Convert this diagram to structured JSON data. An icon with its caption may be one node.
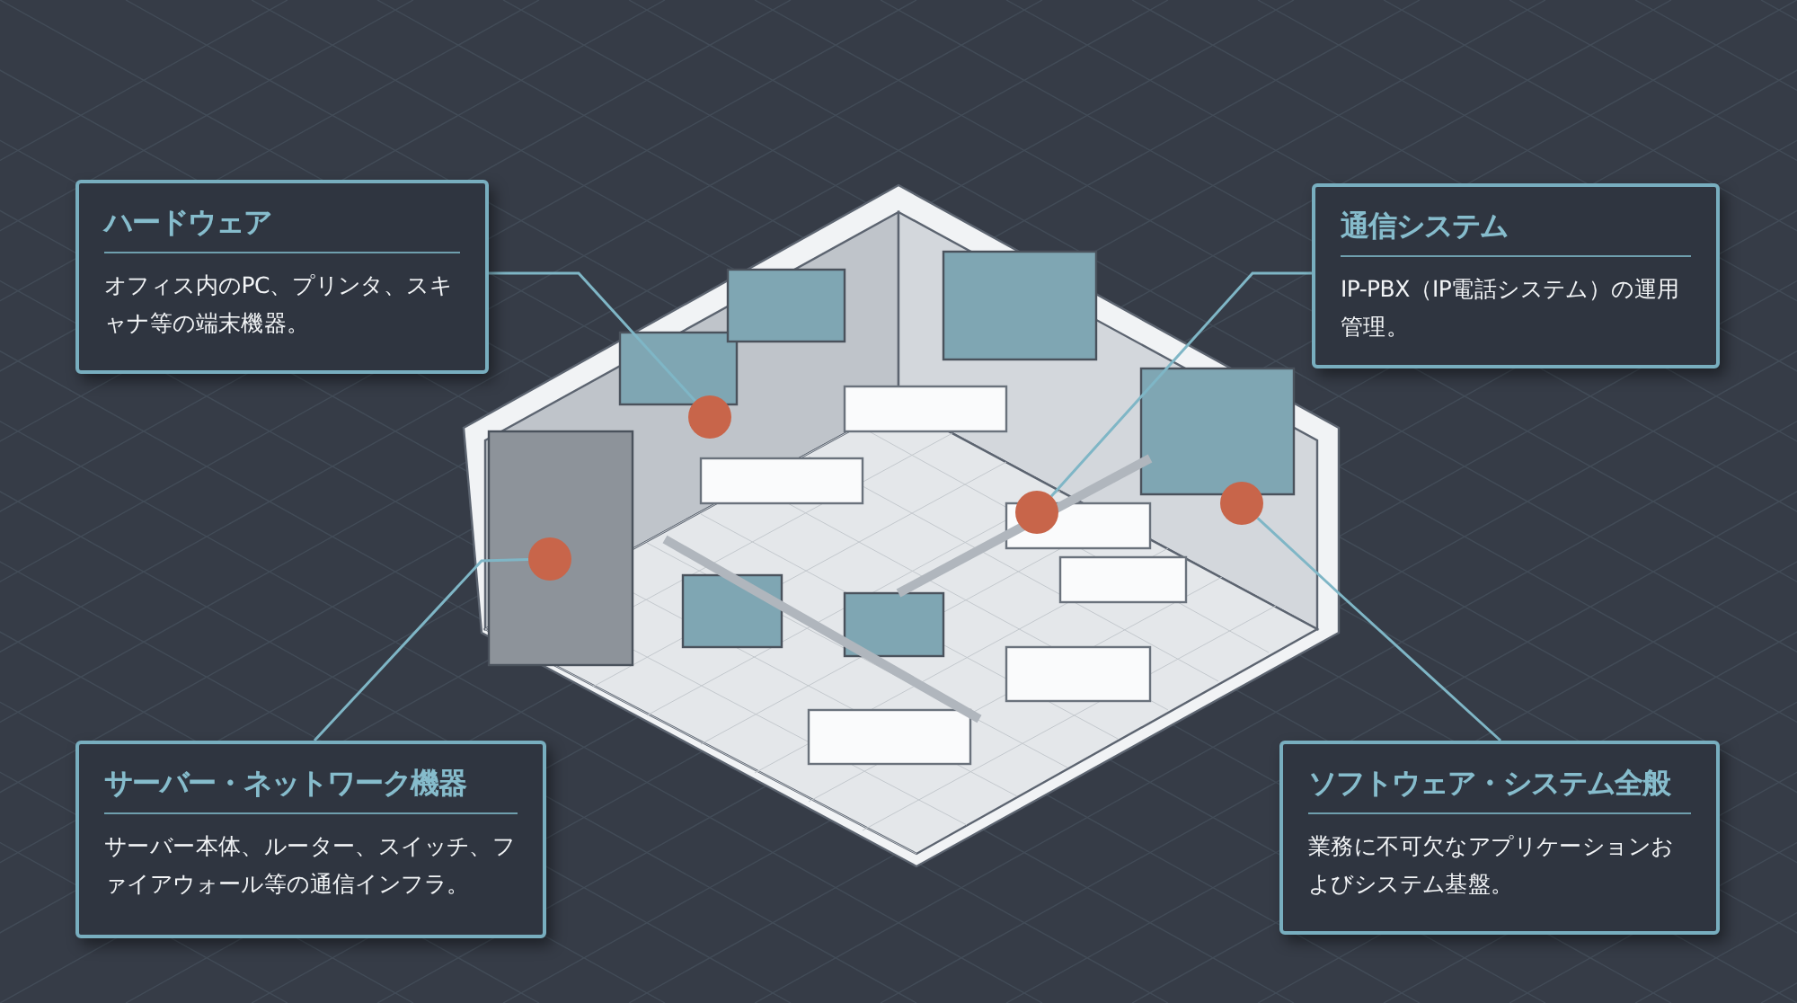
{
  "diagram": {
    "nodes": [
      {
        "text": [
          "ハードウェア",
          "オフィス内のPC、プリンタ、スキャナ等の端末機器。"
        ]
      },
      {
        "text": [
          "通信システム",
          "IP-PBX（IP電話システム）の運用管理。"
        ]
      },
      {
        "text": [
          "サーバー・ネットワーク機器",
          "サーバー本体、ルーター、スイッチ、ファイアウォール等の通信インフラ。"
        ]
      },
      {
        "text": [
          "ソフトウェア・システム全般",
          "業務に不可欠なアプリケーションおよびシステム基盤。"
        ]
      },
      {
        "text": [],
        "shape": "circle"
      },
      {
        "text": [],
        "shape": "circle"
      },
      {
        "text": [],
        "shape": "circle"
      },
      {
        "text": [],
        "shape": "circle"
      }
    ],
    "edges": [
      {
        "from": 0,
        "to": 5,
        "arrow": "none"
      },
      {
        "from": 1,
        "to": 6,
        "arrow": "none"
      },
      {
        "from": 2,
        "to": 4,
        "arrow": "none"
      },
      {
        "from": 3,
        "to": 7,
        "arrow": "none"
      }
    ]
  }
}
